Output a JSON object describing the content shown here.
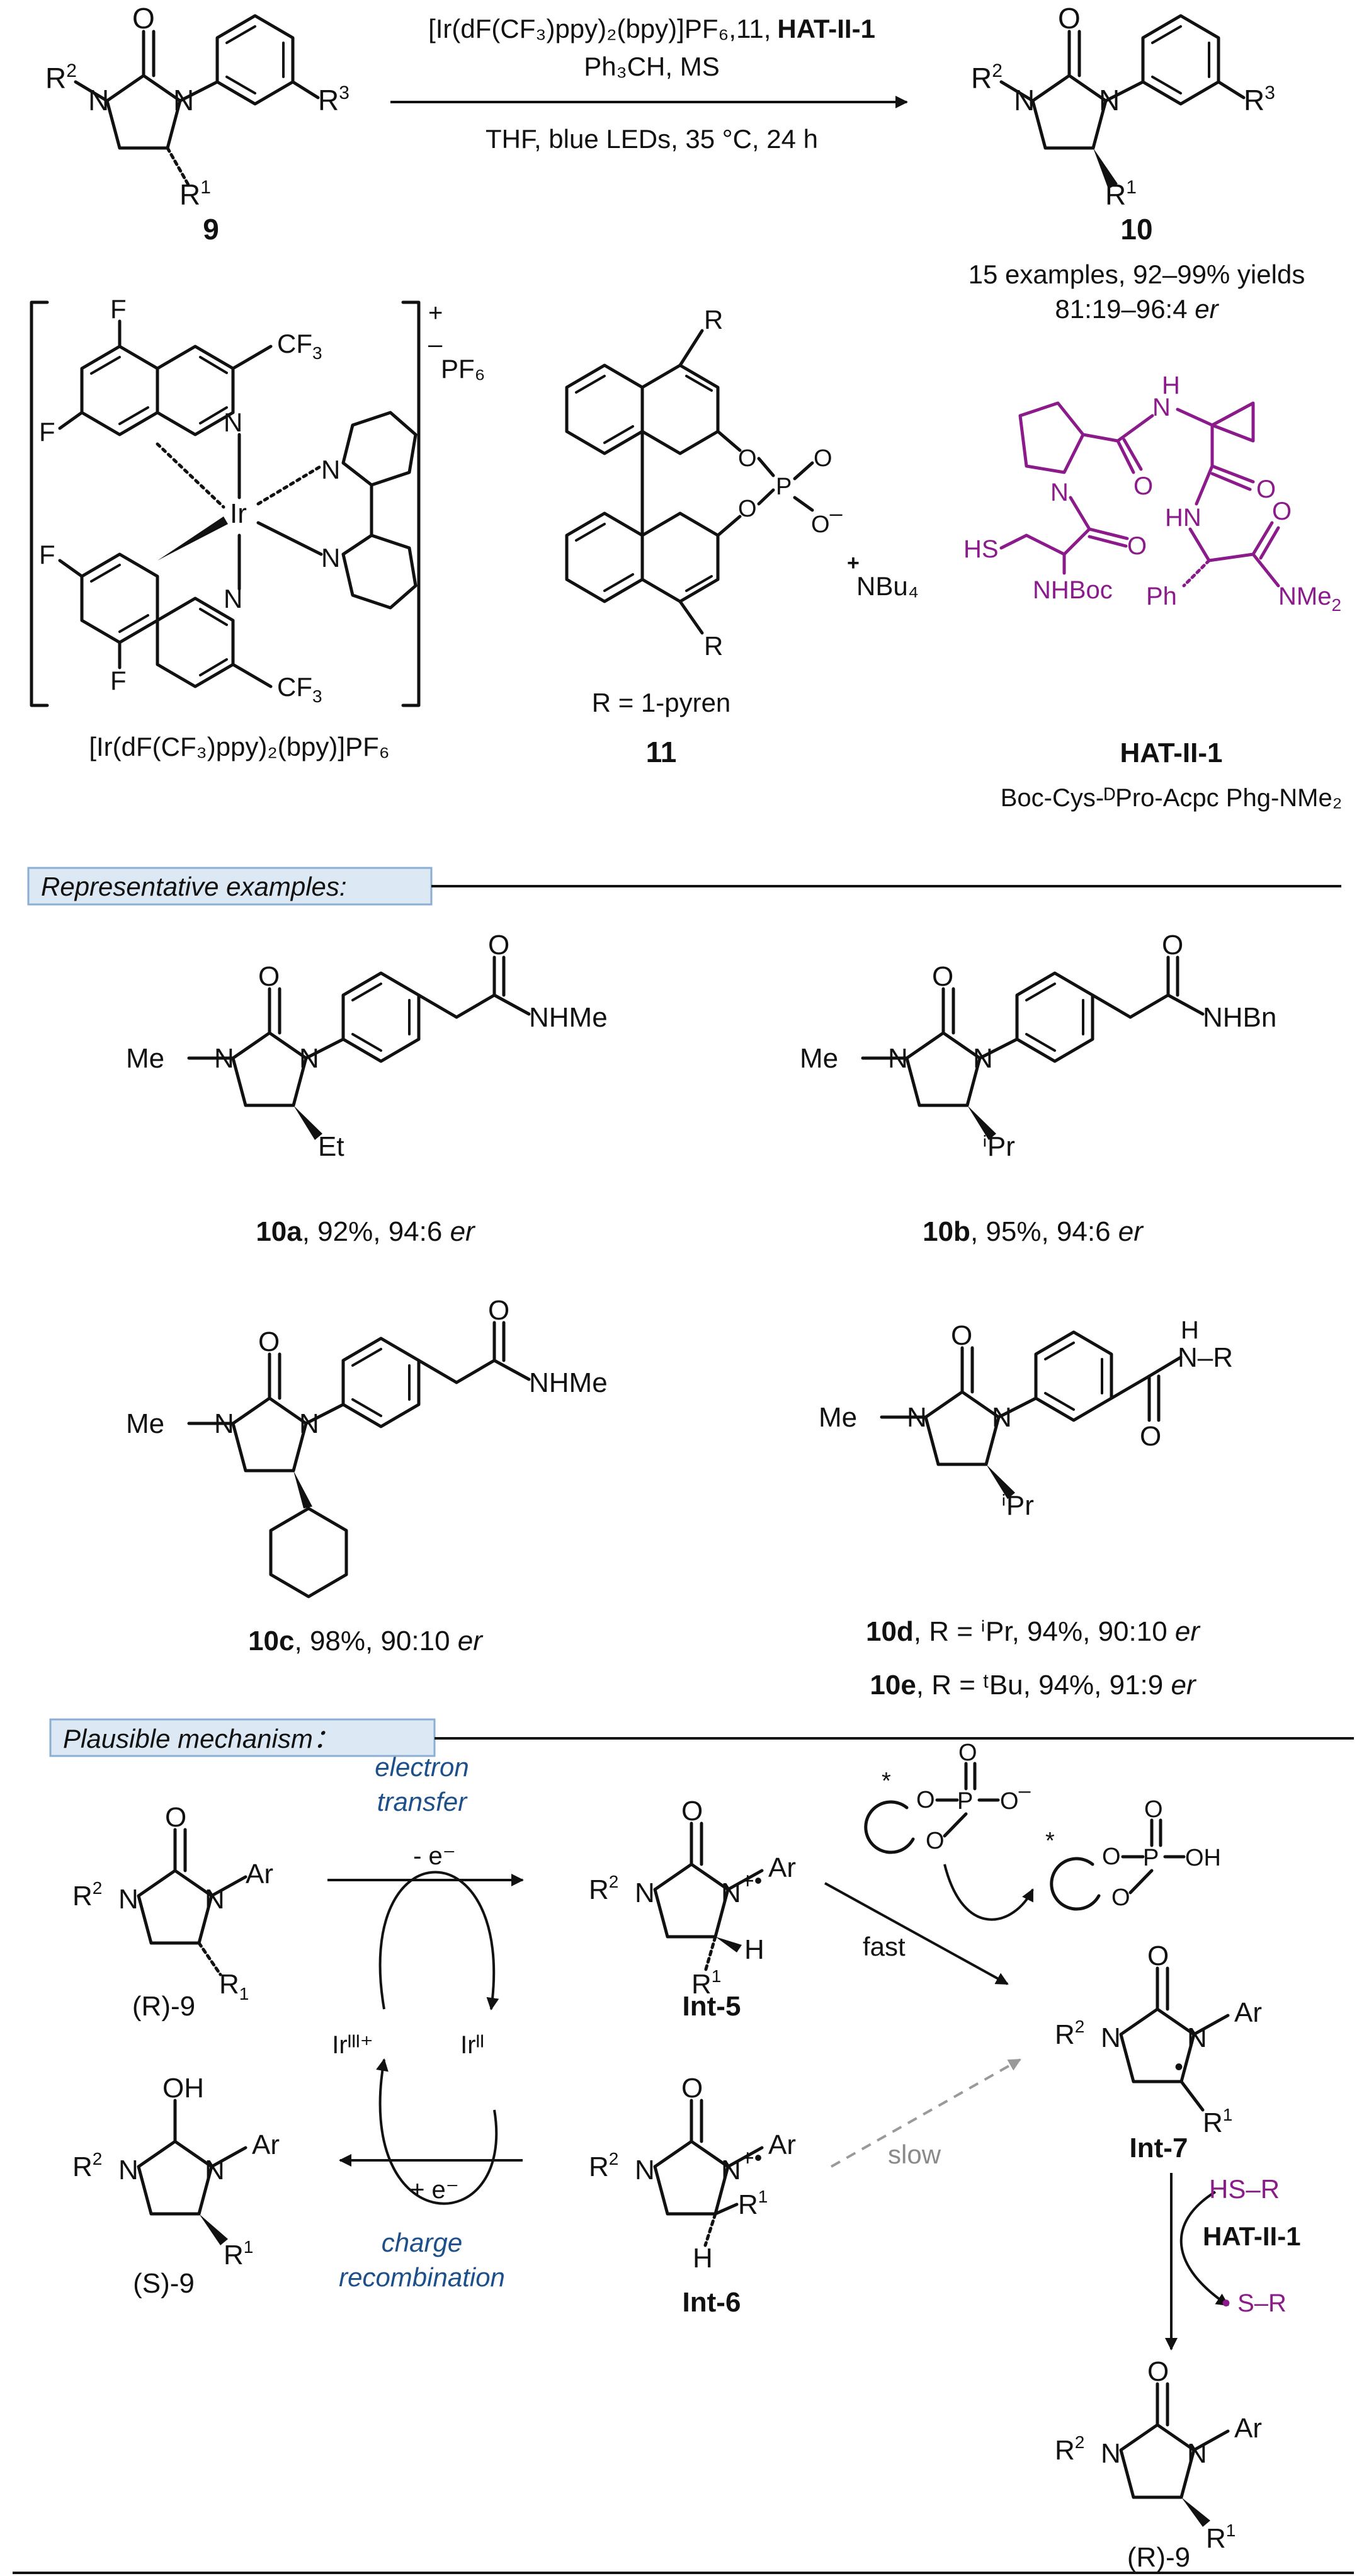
{
  "reaction": {
    "substrate_label": "9",
    "product_label": "10",
    "conditions_line1": "[Ir(dF(CF₃)ppy)₂(bpy)]PF₆,11,",
    "conditions_line1_bold": "HAT-II-1",
    "conditions_line2": "Ph₃CH, MS",
    "conditions_line3": "THF, blue LEDs, 35 °C, 24 h",
    "summary_line1": "15 examples, 92–99% yields",
    "summary_line2_a": "81:19–96:4",
    "summary_line2_b": "er"
  },
  "catalysts": {
    "ir_label": "[Ir(dF(CF₃)ppy)₂(bpy)]PF₆",
    "ir_charge": "+",
    "ir_minus": "–",
    "ir_counterion": "PF₆",
    "cpa_label": "11",
    "cpa_r_def": "R = 1-pyren",
    "cpa_cation": "NBu₄",
    "hat_label": "HAT-II-1",
    "hat_sequence": "Boc-Cys-ᴰPro-Acpc Phg-NMe₂"
  },
  "sections": {
    "examples_header": "Representative examples:",
    "mechanism_header": "Plausible mechanism："
  },
  "examples": [
    {
      "id": "10a",
      "text": ", 92%, 94:6 ",
      "er": "er",
      "amide": "NHMe",
      "alkyl": "Et"
    },
    {
      "id": "10b",
      "text": ", 95%, 94:6 ",
      "er": "er",
      "amide": "NHBn",
      "alkyl": "ⁱPr"
    },
    {
      "id": "10c",
      "text": ", 98%, 90:10 ",
      "er": "er",
      "amide": "NHMe",
      "alkyl": ""
    },
    {
      "id": "10d",
      "text": ", R = ⁱPr, 94%, 90:10 ",
      "er": "er",
      "amide": "N–R",
      "alkyl": "ⁱPr"
    },
    {
      "id": "10e",
      "text": ", R = ᵗBu,  94%, 91:9 ",
      "er": "er",
      "amide": "",
      "alkyl": ""
    }
  ],
  "mechanism": {
    "start_label": "(R)-9",
    "int5_label": "Int-5",
    "int6_label": "Int-6",
    "int7_label": "Int-7",
    "s9_label": "(S)-9",
    "end_label": "(R)-9",
    "electron_transfer_1": "electron",
    "electron_transfer_2": "transfer",
    "minus_e": "- e⁻",
    "plus_e": "+ e⁻",
    "charge_recomb_1": "charge",
    "charge_recomb_2": "recombination",
    "ir3": "Irᴵᴵᴵ⁺",
    "ir2": "Irᴵᴵ",
    "fast": "fast",
    "slow": "slow",
    "hs_r": "HS–R",
    "hat_label": "HAT-II-1",
    "s_r": "S–R"
  },
  "colors": {
    "peptide": "#8b1a8b",
    "annotation_blue": "#1d4f8a",
    "header_fill": "#dce9f5",
    "slow_grey": "#9a9a9a"
  }
}
